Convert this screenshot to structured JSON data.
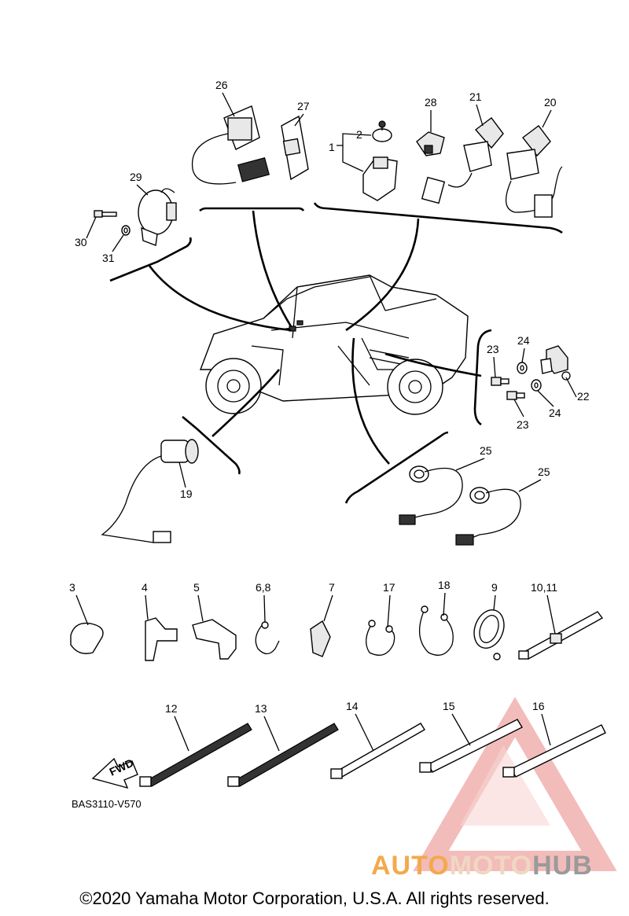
{
  "callouts": [
    "1",
    "2",
    "3",
    "4",
    "5",
    "6,8",
    "7",
    "9",
    "10,11",
    "12",
    "13",
    "14",
    "15",
    "16",
    "17",
    "18",
    "19",
    "20",
    "21",
    "22",
    "23",
    "23",
    "24",
    "24",
    "25",
    "25",
    "26",
    "27",
    "28",
    "29",
    "30",
    "31"
  ],
  "fwd_label": "FWD",
  "diagram_code": "BAS3110-V570",
  "copyright": "©2020 Yamaha Motor Corporation, U.S.A. All rights reserved.",
  "watermark": {
    "part1": "AUTO",
    "part2": "MOTO",
    "part3": "HUB"
  },
  "colors": {
    "watermark_red": "#f0a6a2",
    "watermark_orange": "#f3a94c",
    "watermark_gray": "#9a9a9a"
  }
}
